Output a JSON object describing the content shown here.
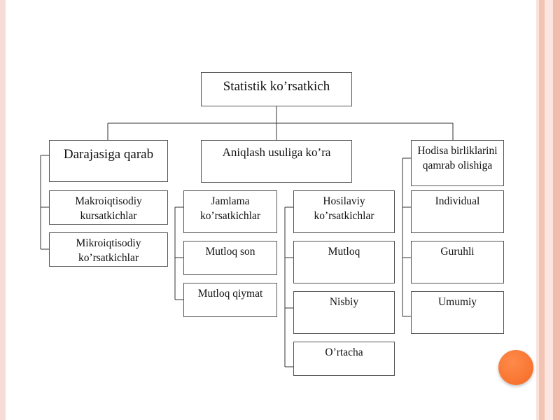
{
  "diagram": {
    "root": "Statistik ko’rsatkich",
    "branch1": {
      "title": "Darajasiga qarab",
      "items": [
        "Makroiqtisodiy kursatkichlar",
        "Mikroiqtisodiy ko’rsatkichlar"
      ]
    },
    "branch2": {
      "title": "Aniqlash usuliga ko’ra",
      "jamlama": {
        "title": "Jamlama ko’rsatkichlar",
        "items": [
          "Mutloq son",
          "Mutloq qiymat"
        ]
      },
      "hosilaviy": {
        "title": "Hosilaviy ko’rsatkichlar",
        "items": [
          "Mutloq",
          "Nisbiy",
          "O’rtacha"
        ]
      }
    },
    "branch3": {
      "title": "Hodisa birliklarini qamrab olishiga",
      "items": [
        "Individual",
        "Guruhli",
        "Umumiy"
      ]
    }
  },
  "colors": {
    "accent": "#f46b25",
    "border": "#555555",
    "side": "#f3c3b4"
  }
}
